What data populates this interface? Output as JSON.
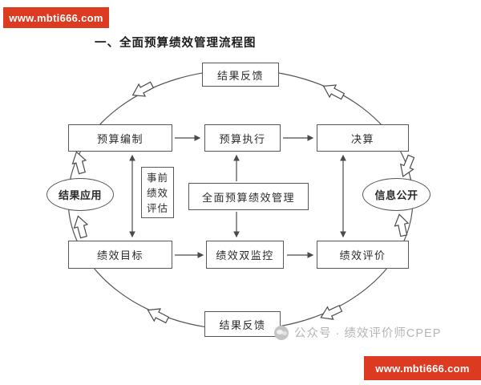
{
  "banners": {
    "top_left": "www.mbti666.com",
    "bottom_right": "www.mbti666.com"
  },
  "title": "一、全面预算绩效管理流程图",
  "diagram": {
    "nodes": {
      "feedback_top": "结果反馈",
      "budget_preparation": "预算编制",
      "budget_execution": "预算执行",
      "final_accounts": "决算",
      "result_application": "结果应用",
      "pre_evaluation": "事前绩效评估",
      "center": "全面预算绩效管理",
      "information_disclosure": "信息公开",
      "performance_target": "绩效目标",
      "performance_monitoring": "绩效双监控",
      "performance_evaluation": "绩效评价",
      "feedback_bottom": "结果反馈"
    },
    "flows": [
      {
        "from": "预算编制",
        "to": "预算执行"
      },
      {
        "from": "预算执行",
        "to": "决算"
      },
      {
        "from": "绩效目标",
        "to": "绩效双监控"
      },
      {
        "from": "绩效双监控",
        "to": "绩效评价"
      },
      {
        "from": "预算编制",
        "to": "绩效目标",
        "bidirectional": true
      },
      {
        "from": "决算",
        "to": "绩效评价",
        "bidirectional": true
      },
      {
        "from": "全面预算绩效管理",
        "to": "预算执行"
      },
      {
        "from": "全面预算绩效管理",
        "to": "绩效双监控"
      },
      {
        "from": "决算",
        "to": "结果反馈(上)"
      },
      {
        "from": "结果反馈(上)",
        "to": "预算编制"
      },
      {
        "from": "绩效评价",
        "to": "结果反馈(下)"
      },
      {
        "from": "结果反馈(下)",
        "to": "绩效目标"
      },
      {
        "from": "绩效目标",
        "to": "结果应用"
      },
      {
        "from": "结果应用",
        "to": "预算编制"
      },
      {
        "from": "决算",
        "to": "信息公开"
      },
      {
        "from": "绩效评价",
        "to": "信息公开"
      }
    ]
  },
  "footer": {
    "watermark": "公众号 · 绩效评价师CPEP"
  },
  "colors": {
    "banner_red": "#dd3a22",
    "line_gray": "#4a4a4a",
    "node_text": "#2b2b2b",
    "watermark_gray": "#b5b5b5"
  }
}
